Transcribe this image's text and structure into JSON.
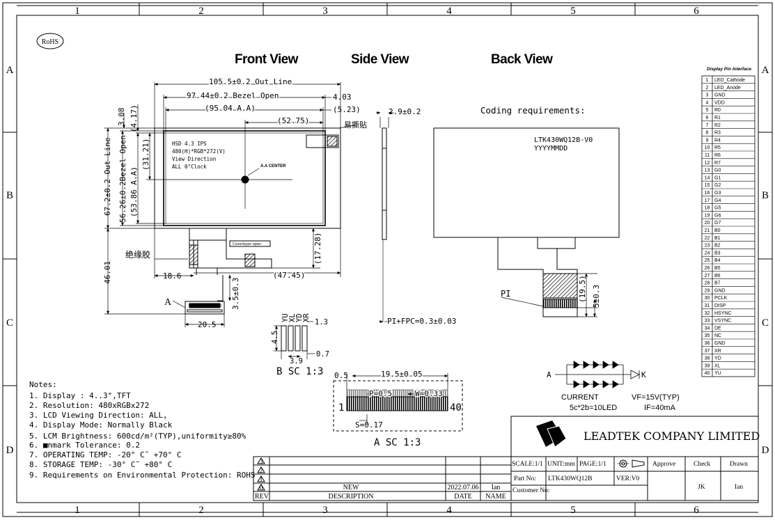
{
  "border": {
    "cols_top": [
      "1",
      "2",
      "3",
      "4",
      "5",
      "6"
    ],
    "cols_bottom": [
      "1",
      "2",
      "3",
      "4",
      "5",
      "6"
    ],
    "rows_left": [
      "A",
      "B",
      "C",
      "D"
    ],
    "rows_right": [
      "A",
      "B",
      "C",
      "D"
    ]
  },
  "rohs_badge": "RoHS",
  "views": {
    "front": "Front View",
    "side": "Side View",
    "back": "Back View"
  },
  "front_view": {
    "dim_out_line_w": "105.5±0.2 Out Line",
    "dim_bezel_w": "97.44±0.2 Bezel Open",
    "dim_aa_w": "(95.04 A.A)",
    "dim_4_03": "4.03",
    "dim_5_23": "(5.23)",
    "dim_52_75": "(52.75)",
    "dim_3_08": "3.08",
    "dim_4_17": "(4.17)",
    "dim_31_21": "(31.21)",
    "dim_out_line_h": "67.2±0.2 Out Line",
    "dim_bezel_h": "56.26±0.2Bezel Open",
    "dim_aa_h": "(53.86 A.A)",
    "dim_46_01": "46.01",
    "dim_17_28": "(17.28)",
    "dim_18_6": "18.6",
    "dim_47_45": "(47.45)",
    "dim_3_5": "3.5±0.3",
    "dim_20_5": "20.5",
    "callout_easy_tear": "易撕贴",
    "callout_insulation": "绝缘胶",
    "callout_a": "A",
    "aa_center": "A.A CENTER",
    "panel_text": [
      "HSD 4.3 IPS",
      "480(H)*RGB*272(V)",
      "View Direction",
      "ALL 0°Clock"
    ],
    "cover_label": "Coverlayer open",
    "conn_pin1": "1",
    "conn_pin40": "40"
  },
  "side_view": {
    "dim_2_9": "2.9±0.2",
    "dim_pi_fpc": "PI+FPC=0.3±0.03"
  },
  "back_view": {
    "coding_title": "Coding requirements:",
    "coding_line1": "LTK430WQ12B-V0",
    "coding_line2": "YYYYMMDD",
    "callout_pi": "PI",
    "dim_19_5": "(19.5)",
    "dim_5": "5±0.3"
  },
  "detail_b": {
    "labels": [
      "YU",
      "XL",
      "YD",
      "XR"
    ],
    "dim_4_5": "4.5",
    "dim_1_3": "1.3",
    "dim_3_9": "3.9",
    "dim_0_7": "0.7",
    "caption": "B SC 1:3"
  },
  "detail_a": {
    "dim_0_5": "0.5",
    "dim_19_5": "19.5±0.05",
    "dim_p": "P=0.5",
    "dim_w": "W=0.33",
    "dim_s": "S=0.17",
    "pin1": "1",
    "pin40": "40",
    "caption": "A SC 1:3"
  },
  "led_circuit": {
    "anode": "A",
    "cathode": "K",
    "current": "CURRENT",
    "config": "5c*2b=10LED",
    "vf": "VF=15V(TYP)",
    "if": "IF=40mA"
  },
  "pin_table": {
    "title": "Display Pin Interface",
    "rows": [
      [
        "1",
        "LED_Cathode"
      ],
      [
        "2",
        "LED_Anode"
      ],
      [
        "3",
        "GND"
      ],
      [
        "4",
        "VDD"
      ],
      [
        "5",
        "R0"
      ],
      [
        "6",
        "R1"
      ],
      [
        "7",
        "R2"
      ],
      [
        "8",
        "R3"
      ],
      [
        "9",
        "R4"
      ],
      [
        "10",
        "R5"
      ],
      [
        "11",
        "R6"
      ],
      [
        "12",
        "R7"
      ],
      [
        "13",
        "G0"
      ],
      [
        "14",
        "G1"
      ],
      [
        "15",
        "G2"
      ],
      [
        "16",
        "G3"
      ],
      [
        "17",
        "G4"
      ],
      [
        "18",
        "G5"
      ],
      [
        "19",
        "G6"
      ],
      [
        "20",
        "G7"
      ],
      [
        "21",
        "B0"
      ],
      [
        "22",
        "B1"
      ],
      [
        "23",
        "B2"
      ],
      [
        "24",
        "B3"
      ],
      [
        "25",
        "B4"
      ],
      [
        "26",
        "B5"
      ],
      [
        "27",
        "B6"
      ],
      [
        "28",
        "B7"
      ],
      [
        "29",
        "GND"
      ],
      [
        "30",
        "PCLK"
      ],
      [
        "31",
        "DISP"
      ],
      [
        "32",
        "HSYNC"
      ],
      [
        "33",
        "VSYNC"
      ],
      [
        "34",
        "DE"
      ],
      [
        "35",
        "NC"
      ],
      [
        "36",
        "GND"
      ],
      [
        "37",
        "XR"
      ],
      [
        "38",
        "YD"
      ],
      [
        "39",
        "XL"
      ],
      [
        "40",
        "YU"
      ]
    ]
  },
  "notes": {
    "title": "Notes:",
    "items": [
      "1. Display : 4..3\",TFT",
      "2. Resolution: 480xRGBx272",
      "3. LCD Viewing Direction: ALL,",
      "4. Display Mode: Normally Black",
      "5. LCM Brightness: 600cd/m²(TYP),uniformity≥80%",
      "6. ■nmark Tolerance: 0.2",
      "7. OPERATING TEMP: -20° C˜ +70° C",
      "8. STORAGE TEMP: -30° C˜ +80° C",
      "9. Requirements on Environmental Protection: ROHS"
    ]
  },
  "revision_block": {
    "rev_marks": [
      "3",
      "2",
      "1",
      "0"
    ],
    "row0_description": "NEW",
    "row0_date": "2022.07.06",
    "row0_name": "Ian",
    "col_rev": "REV",
    "col_description": "DESCRIPTION",
    "col_date": "DATE",
    "col_name": "NAME"
  },
  "title_block": {
    "company": "LEADTEK COMPANY LIMITED",
    "scale": "SCALE:1/1",
    "unit": "UNIT:mm",
    "page": "PAGE:1/1",
    "approve": "Approve",
    "check": "Check",
    "drawn": "Drawn",
    "part_no_label": "Part No:",
    "part_no": "LTK430WQ12B",
    "ver": "VER:V0",
    "customer_no": "Customer No:",
    "check_name": "JK",
    "drawn_name": "Ian"
  }
}
